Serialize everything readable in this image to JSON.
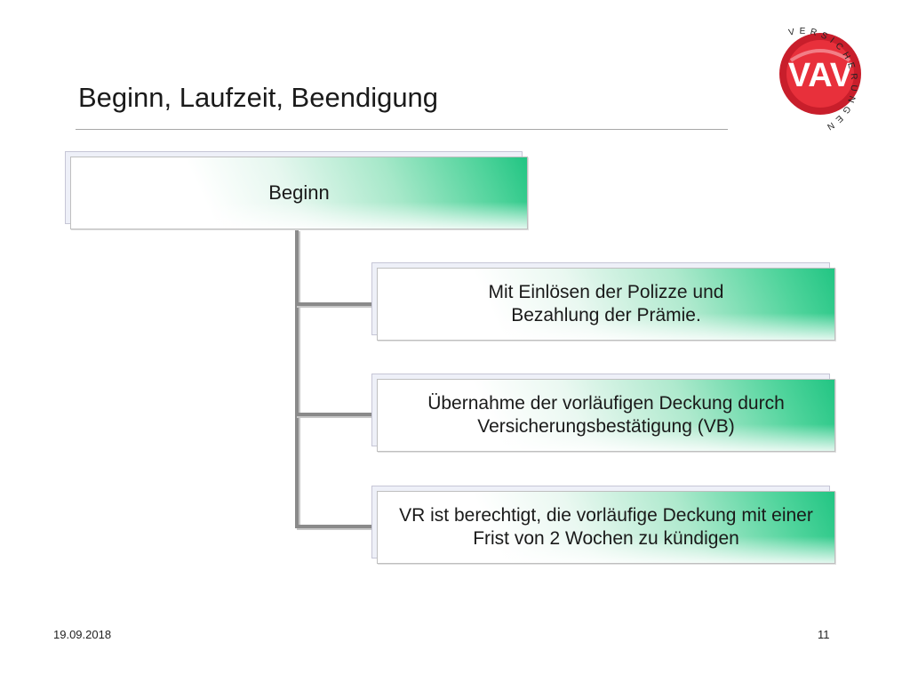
{
  "slide": {
    "title": "Beginn, Laufzeit, Beendigung",
    "footer_date": "19.09.2018",
    "page_number": "11"
  },
  "logo": {
    "brand": "VAV",
    "ring_text": "VERSICHERUNGEN",
    "color": "#d4232f"
  },
  "diagram": {
    "root": {
      "label": "Beginn"
    },
    "children": [
      {
        "label": "Mit Einlösen der Polizze und Bezahlung der Prämie."
      },
      {
        "label": "Übernahme der vorläufigen Deckung durch Versicherungsbestätigung (VB)"
      },
      {
        "label": "VR ist berechtigt, die vorläufige Deckung mit einer Frist von 2 Wochen zu kündigen"
      }
    ],
    "accent": "#22c583"
  }
}
